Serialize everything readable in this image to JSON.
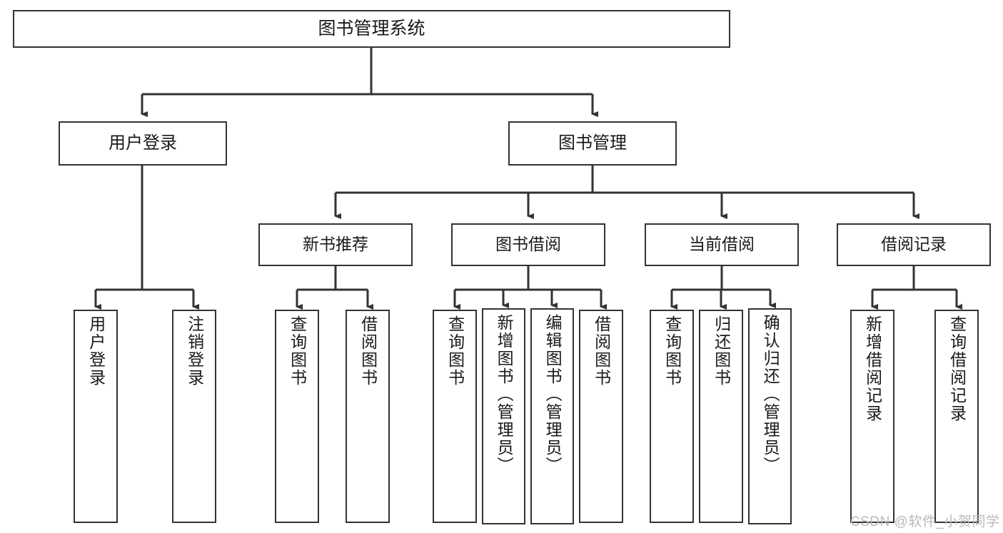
{
  "diagram": {
    "title": "图书管理系统",
    "root": {
      "id": "root",
      "label": "图书管理系统"
    },
    "level2": [
      {
        "id": "user-login",
        "label": "用户登录"
      },
      {
        "id": "book-manage",
        "label": "图书管理"
      }
    ],
    "level3": [
      {
        "id": "new-book-rec",
        "label": "新书推荐"
      },
      {
        "id": "book-borrow",
        "label": "图书借阅"
      },
      {
        "id": "current-borrow",
        "label": "当前借阅"
      },
      {
        "id": "borrow-record",
        "label": "借阅记录"
      }
    ],
    "leaves": [
      {
        "id": "leaf-user-login",
        "label": "用户登录",
        "parent": "user-login"
      },
      {
        "id": "leaf-user-logout",
        "label": "注销登录",
        "parent": "user-login"
      },
      {
        "id": "leaf-query-book-1",
        "label": "查询图书",
        "parent": "new-book-rec"
      },
      {
        "id": "leaf-borrow-book-1",
        "label": "借阅图书",
        "parent": "new-book-rec"
      },
      {
        "id": "leaf-query-book-2",
        "label": "查询图书",
        "parent": "book-borrow"
      },
      {
        "id": "leaf-add-book",
        "label": "新增图书（管理员）",
        "parent": "book-borrow"
      },
      {
        "id": "leaf-edit-book",
        "label": "编辑图书（管理员）",
        "parent": "book-borrow"
      },
      {
        "id": "leaf-borrow-book-2",
        "label": "借阅图书",
        "parent": "book-borrow"
      },
      {
        "id": "leaf-query-book-3",
        "label": "查询图书",
        "parent": "current-borrow"
      },
      {
        "id": "leaf-return-book",
        "label": "归还图书",
        "parent": "current-borrow"
      },
      {
        "id": "leaf-confirm-return",
        "label": "确认归还（管理员）",
        "parent": "current-borrow"
      },
      {
        "id": "leaf-add-record",
        "label": "新增借阅记录",
        "parent": "borrow-record"
      },
      {
        "id": "leaf-query-record",
        "label": "查询借阅记录",
        "parent": "borrow-record"
      }
    ],
    "colors": {
      "box_border": "#333333",
      "box_fill": "#ffffff",
      "connector": "#333333",
      "text": "#1a1a1a",
      "watermark": "#b9b9b9"
    }
  },
  "watermark": {
    "text": "CSDN @软件_小贺同学"
  }
}
